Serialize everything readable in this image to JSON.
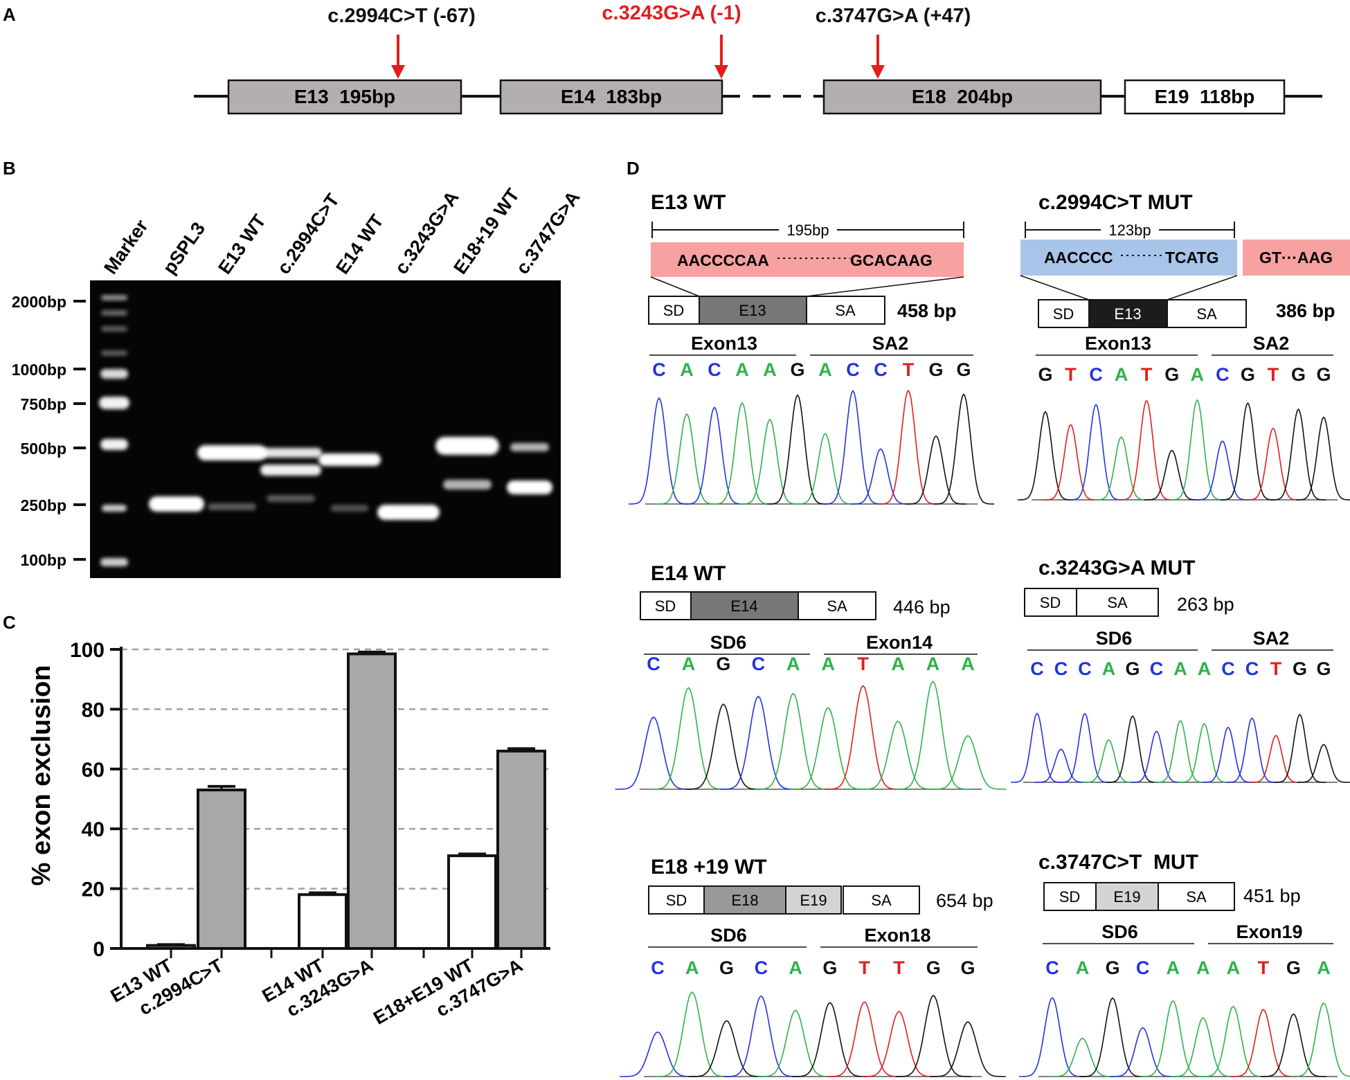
{
  "panel_a": {
    "label": "A",
    "variants": [
      "c.2994C>T (-67)",
      "c.3243G>A (-1)",
      "c.3747G>A (+47)"
    ],
    "exons": [
      "E13  195bp",
      "E14  183bp",
      "E18  204bp",
      "E19  118bp"
    ],
    "colors": {
      "mutant_exon": "#b3afae",
      "plain_exon": "#ffffff",
      "arrow": "#e31d1d",
      "highlight_variant": "#e31d1d"
    }
  },
  "panel_b": {
    "label": "B",
    "lanes": [
      "Marker",
      "pSPL3",
      "E13 WT",
      "c.2994C>T",
      "E14 WT",
      "c.3243G>A",
      "E18+19 WT",
      "c.3747G>A"
    ],
    "size_markers": [
      "2000bp",
      "1000bp",
      "750bp",
      "500bp",
      "250bp",
      "100bp"
    ]
  },
  "panel_c": {
    "label": "C",
    "chart_data": {
      "type": "bar",
      "ylabel": "% exon exclusion",
      "ylim": [
        0,
        100
      ],
      "yticks": [
        "0",
        "20",
        "40",
        "60",
        "80",
        "100"
      ],
      "grid": true,
      "categories": [
        "E13 WT",
        "c.2994C>T",
        "E14 WT",
        "c.3243G>A",
        "E18+E19 WT",
        "c.3747G>A"
      ],
      "values": [
        1,
        53,
        18,
        98.5,
        31,
        66
      ],
      "errors": [
        0.3,
        1.2,
        0.6,
        0.6,
        0.6,
        0.8
      ],
      "bar_colors": [
        "#ffffff",
        "#a8a8a8",
        "#ffffff",
        "#a8a8a8",
        "#ffffff",
        "#a8a8a8"
      ]
    }
  },
  "panel_d": {
    "label": "D",
    "base_colors": {
      "A": "#2fb24a",
      "C": "#2233dd",
      "G": "#111111",
      "T": "#e31d1d"
    },
    "e13wt": {
      "title": "E13 WT",
      "length": "195bp",
      "seq_left": "AACCCCAA",
      "seq_right": "GCACAAG",
      "construct": [
        "SD",
        "E13",
        "SA"
      ],
      "size": "458 bp",
      "regions": [
        "Exon13",
        "SA2"
      ],
      "bases": "CACAAGACCTGG"
    },
    "c2994": {
      "title": "c.2994C>T MUT",
      "length": "123bp",
      "seq_left": "AACCCC",
      "seq_right": "TCATG",
      "seq_out": "GT···AAG",
      "construct": [
        "SD",
        "E13",
        "SA"
      ],
      "size": "386 bp",
      "regions": [
        "Exon13",
        "SA2"
      ],
      "bases": "GTCATGACGTGG"
    },
    "e14wt": {
      "title": "E14 WT",
      "construct": [
        "SD",
        "E14",
        "SA"
      ],
      "size": "446 bp",
      "regions": [
        "SD6",
        "Exon14"
      ],
      "bases": "CAGCAATAAA"
    },
    "c3243": {
      "title": "c.3243G>A MUT",
      "construct": [
        "SD",
        "SA"
      ],
      "size": "263 bp",
      "regions": [
        "SD6",
        "SA2"
      ],
      "bases": "CCCAGCAACCTGG"
    },
    "e18wt": {
      "title": "E18 +19 WT",
      "construct": [
        "SD",
        "E18",
        "E19",
        "SA"
      ],
      "size": "654 bp",
      "regions": [
        "SD6",
        "Exon18"
      ],
      "bases": "CAGCAGTTGG"
    },
    "c3747": {
      "title": "c.3747C>T  MUT",
      "construct": [
        "SD",
        "E19",
        "SA"
      ],
      "size": "451 bp",
      "regions": [
        "SD6",
        "Exon19"
      ],
      "bases": "CAGCAAATGA"
    }
  }
}
